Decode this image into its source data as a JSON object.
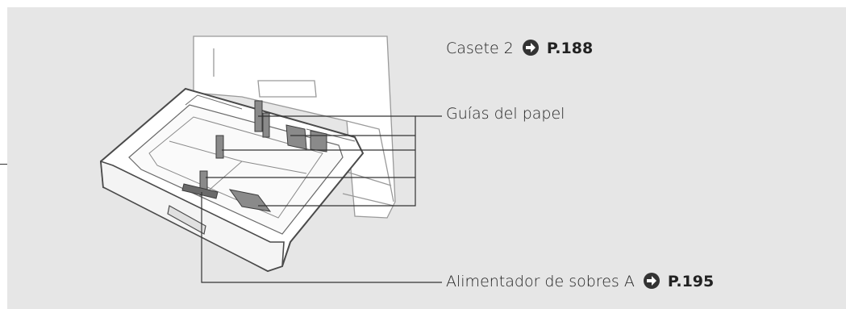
{
  "callouts": {
    "cassette": {
      "label": "Casete 2",
      "page_ref": "P.188",
      "icon": "right-arrow-circle-icon"
    },
    "guides": {
      "label": "Guías del papel"
    },
    "feeder": {
      "label": "Alimentador de sobres A",
      "page_ref": "P.195",
      "icon": "right-arrow-circle-icon"
    }
  },
  "colors": {
    "panel": "#e6e6e6",
    "tray_fill": "#ffffff",
    "line": "#4a4a4a",
    "guide_dark": "#7a7a7a"
  }
}
